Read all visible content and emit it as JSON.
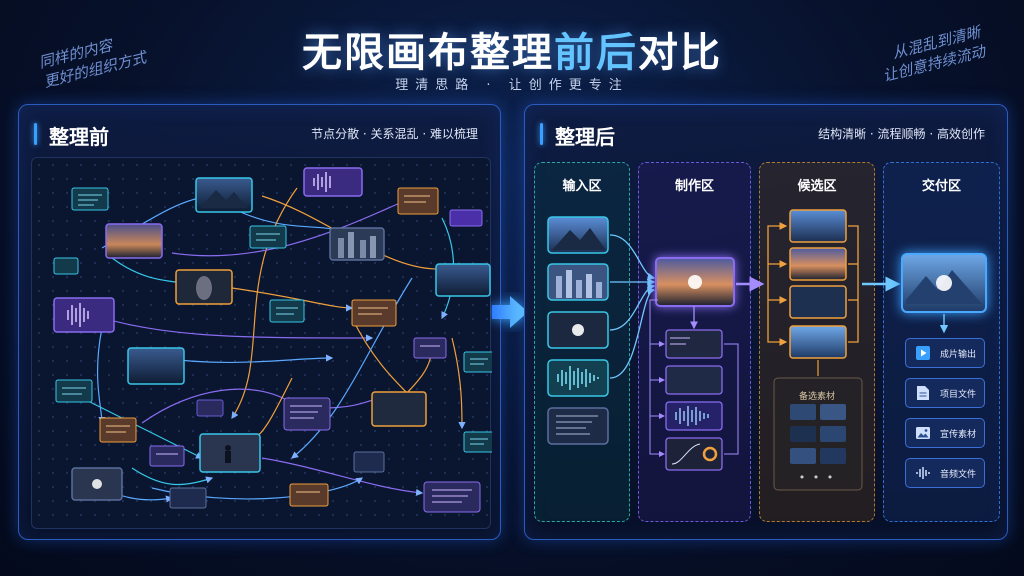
{
  "header": {
    "title_part1": "无限画布整理",
    "title_part2": "前后",
    "title_part3": "对比",
    "subtitle": "理清思路 · 让创作更专注"
  },
  "notes": {
    "left_line1": "同样的内容",
    "left_line2": "更好的组织方式",
    "right_line1": "从混乱到清晰",
    "right_line2": "让创意持续流动"
  },
  "before_panel": {
    "title": "整理前",
    "tagline": "节点分散 · 关系混乱 · 难以梳理"
  },
  "after_panel": {
    "title": "整理后",
    "tagline": "结构清晰 · 流程顺畅 · 高效创作",
    "zones": {
      "input": "输入区",
      "make": "制作区",
      "candidate": "候选区",
      "delivery": "交付区"
    },
    "candidate_material_label": "备选素材",
    "more_indicator": "• • •",
    "deliverables": [
      {
        "label": "成片输出",
        "icon": "play-icon"
      },
      {
        "label": "项目文件",
        "icon": "document-icon"
      },
      {
        "label": "宣传素材",
        "icon": "image-icon"
      },
      {
        "label": "音频文件",
        "icon": "audio-wave-icon"
      }
    ]
  },
  "colors": {
    "accent_cyan": "#37c7e8",
    "accent_purple": "#8a6cf0",
    "accent_orange": "#f0a03c",
    "accent_blue": "#3aa0ff",
    "background": "#07112b"
  }
}
